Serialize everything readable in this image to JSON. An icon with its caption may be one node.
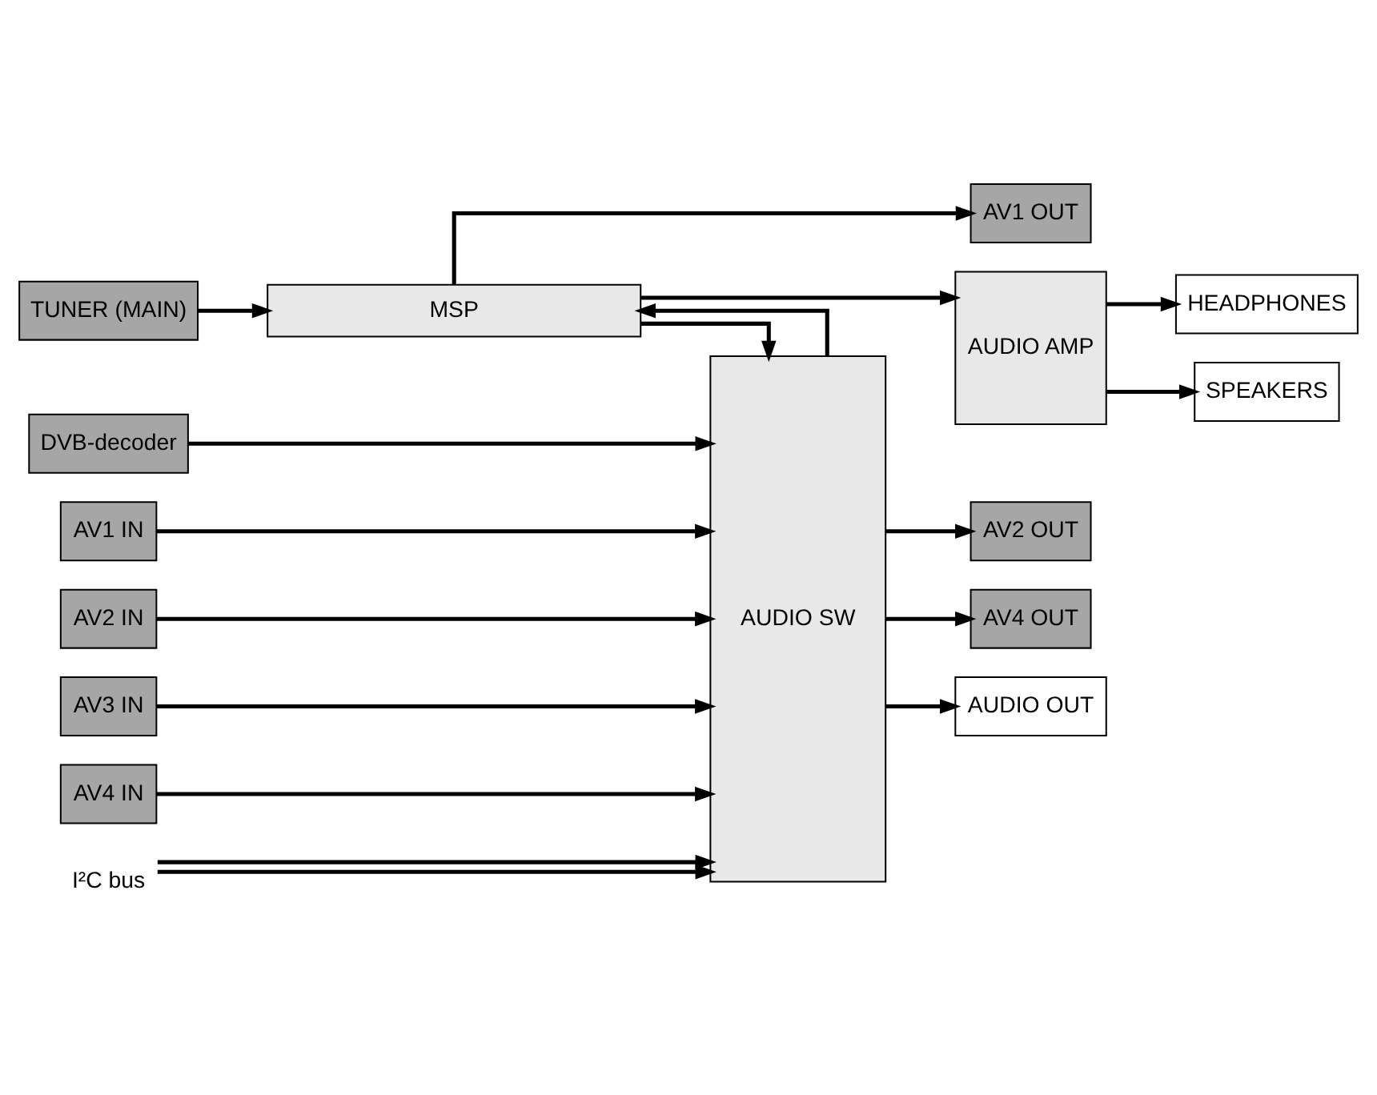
{
  "diagram": {
    "nodes": [
      {
        "text": [
          "TUNER (MAIN)"
        ]
      },
      {
        "text": [
          "MSP"
        ]
      },
      {
        "text": [
          "AV1 OUT"
        ]
      },
      {
        "text": [
          "AUDIO AMP"
        ]
      },
      {
        "text": [
          "HEADPHONES"
        ]
      },
      {
        "text": [
          "SPEAKERS"
        ]
      },
      {
        "text": [
          "AUDIO SW"
        ]
      },
      {
        "text": [
          "DVB-decoder"
        ]
      },
      {
        "text": [
          "AV1 IN"
        ]
      },
      {
        "text": [
          "AV2 IN"
        ]
      },
      {
        "text": [
          "AV3 IN"
        ]
      },
      {
        "text": [
          "AV4 IN"
        ]
      },
      {
        "text": [
          "AV2 OUT"
        ]
      },
      {
        "text": [
          "AV4 OUT"
        ]
      },
      {
        "text": [
          "AUDIO OUT"
        ]
      },
      {
        "text": [
          "I²C bus"
        ]
      }
    ],
    "edges": [
      {
        "from": 0,
        "to": 1,
        "arrow": "to"
      },
      {
        "from": 1,
        "to": 2,
        "arrow": "to"
      },
      {
        "from": 1,
        "to": 3,
        "arrow": "to"
      },
      {
        "from": 3,
        "to": 4,
        "arrow": "to"
      },
      {
        "from": 3,
        "to": 5,
        "arrow": "to"
      },
      {
        "from": 1,
        "to": 6,
        "arrow": "to"
      },
      {
        "from": 6,
        "to": 1,
        "arrow": "to"
      },
      {
        "from": 7,
        "to": 6,
        "arrow": "to"
      },
      {
        "from": 8,
        "to": 6,
        "arrow": "to"
      },
      {
        "from": 9,
        "to": 6,
        "arrow": "to"
      },
      {
        "from": 10,
        "to": 6,
        "arrow": "to"
      },
      {
        "from": 11,
        "to": 6,
        "arrow": "to"
      },
      {
        "from": 6,
        "to": 12,
        "arrow": "to"
      },
      {
        "from": 6,
        "to": 13,
        "arrow": "to"
      },
      {
        "from": 6,
        "to": 14,
        "arrow": "to"
      },
      {
        "from": 15,
        "to": 6,
        "arrow": "to"
      },
      {
        "from": 15,
        "to": 6,
        "arrow": "to"
      }
    ]
  }
}
